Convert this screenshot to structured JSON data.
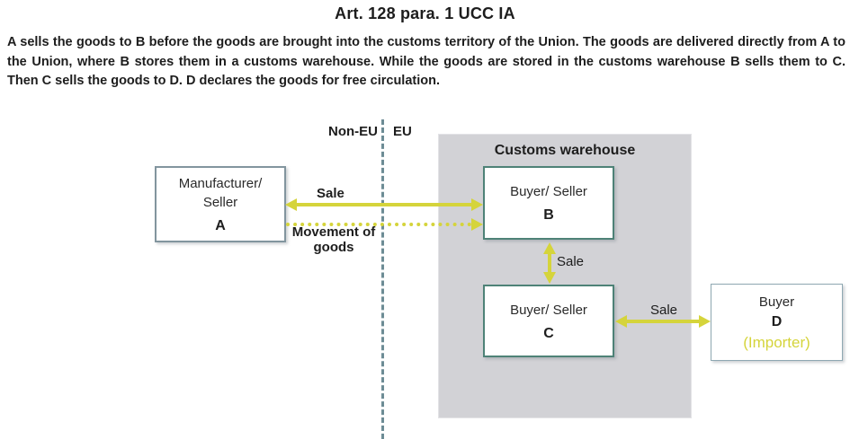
{
  "title": "Art. 128 para. 1 UCC IA",
  "description": "A sells the goods to B before the goods are brought into the customs territory of the Union. The goods are delivered directly from A to the Union, where B stores them in a customs warehouse. While the goods are stored in the customs warehouse B sells them to C. Then C sells the goods to D. D declares the goods for free circulation.",
  "regions": {
    "non_eu_label": "Non-EU",
    "eu_label": "EU"
  },
  "warehouse": {
    "title": "Customs warehouse"
  },
  "nodes": {
    "a": {
      "label": "Manufacturer/ Seller",
      "letter": "A"
    },
    "b": {
      "label": "Buyer/ Seller",
      "letter": "B"
    },
    "c": {
      "label": "Buyer/ Seller",
      "letter": "C"
    },
    "d": {
      "label": "Buyer",
      "letter": "D",
      "note": "(Importer)"
    }
  },
  "arrows": {
    "sale_a_b": {
      "label": "Sale",
      "style": "solid",
      "direction": "both"
    },
    "movement_a_b": {
      "label": "Movement of goods",
      "style": "dotted",
      "direction": "right"
    },
    "sale_b_c": {
      "label": "Sale",
      "style": "solid",
      "direction": "both"
    },
    "sale_c_d": {
      "label": "Sale",
      "style": "solid",
      "direction": "both"
    }
  },
  "colors": {
    "accent_yellow": "#d5d43b",
    "teal_border": "#4e8277",
    "gray_border": "#82959e",
    "d_border": "#8fa8b2",
    "warehouse_bg": "#d2d2d6",
    "divider": "#6d8c95",
    "text": "#1d1d1d"
  }
}
